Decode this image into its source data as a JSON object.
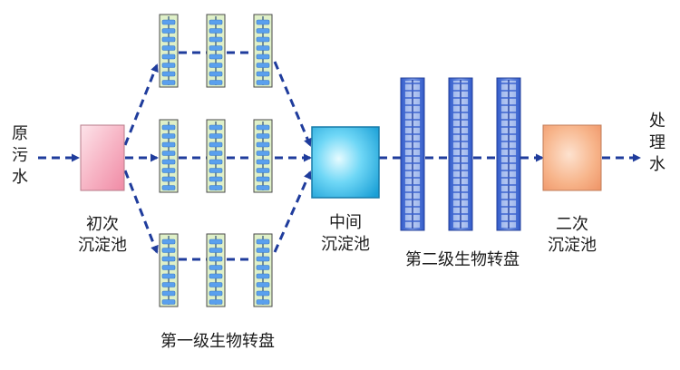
{
  "labels": {
    "raw_water": "原污水",
    "primary_clarifier_line1": "初次",
    "primary_clarifier_line2": "沉淀池",
    "intermediate_clarifier_line1": "中间",
    "intermediate_clarifier_line2": "沉淀池",
    "secondary_clarifier_line1": "二次",
    "secondary_clarifier_line2": "沉淀池",
    "treated_water": "处理水",
    "stage1_rbc": "第一级生物转盘",
    "stage2_rbc": "第二级生物转盘"
  },
  "colors": {
    "arrow": "#1f3c9c",
    "stage1_fill": "#dff0c8",
    "stage1_discs": "#5aa0ee",
    "stage2_fill": "#4a6fd0",
    "primary_tank": "#f7b6c6",
    "intermediate_tank": "#2ab8e8",
    "secondary_tank": "#f7b48a"
  }
}
